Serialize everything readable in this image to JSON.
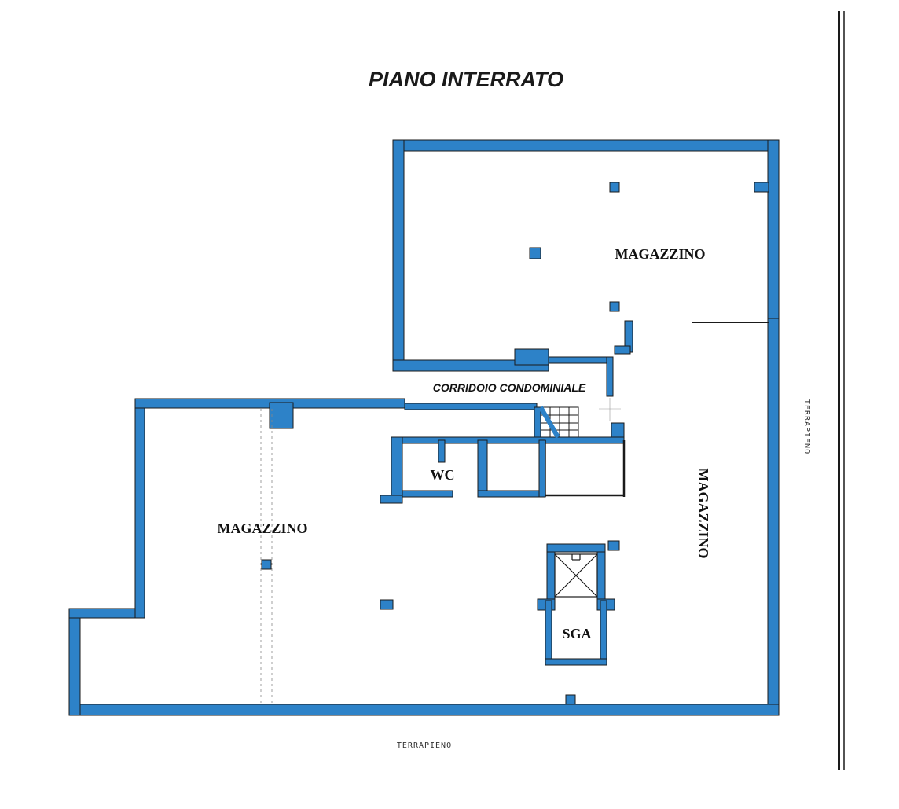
{
  "title": "PIANO INTERRATO",
  "wall_color": "#2d82c8",
  "line_color": "#1a1a1a",
  "rooms": {
    "magazzino_nord": "MAGAZZINO",
    "magazzino_ovest": "MAGAZZINO",
    "magazzino_est": "MAGAZZINO",
    "wc": "WC",
    "sga": "SGA",
    "corridoio": "CORRIDOIO CONDOMINIALE"
  },
  "exterior": {
    "south": "TERRAPIENO",
    "east": "TERRAPIENO"
  }
}
